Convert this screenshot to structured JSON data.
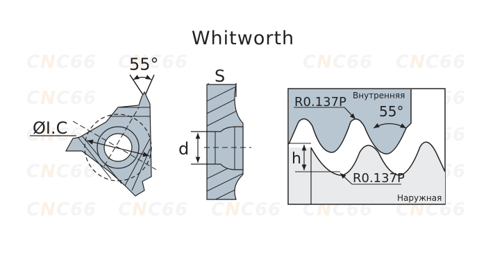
{
  "title": "Whitworth",
  "watermark": {
    "text_c": "C",
    "text_n": "N",
    "text_rest": "C66"
  },
  "insert_view": {
    "angle_label": "55°",
    "ic_label": "ØI.C"
  },
  "side_view": {
    "width_label": "S",
    "hole_label": "d"
  },
  "profile_view": {
    "internal_label": "Внутренняя",
    "external_label": "Наружная",
    "radius_top": "R0.137P",
    "radius_bottom": "R0.137P",
    "angle_label": "55°",
    "height_label": "h"
  },
  "colors": {
    "insert_fill": "#b5c3cf",
    "profile_top_fill": "#b8c6d2",
    "profile_bottom_fill": "#e9eaeb",
    "line": "#222222"
  }
}
